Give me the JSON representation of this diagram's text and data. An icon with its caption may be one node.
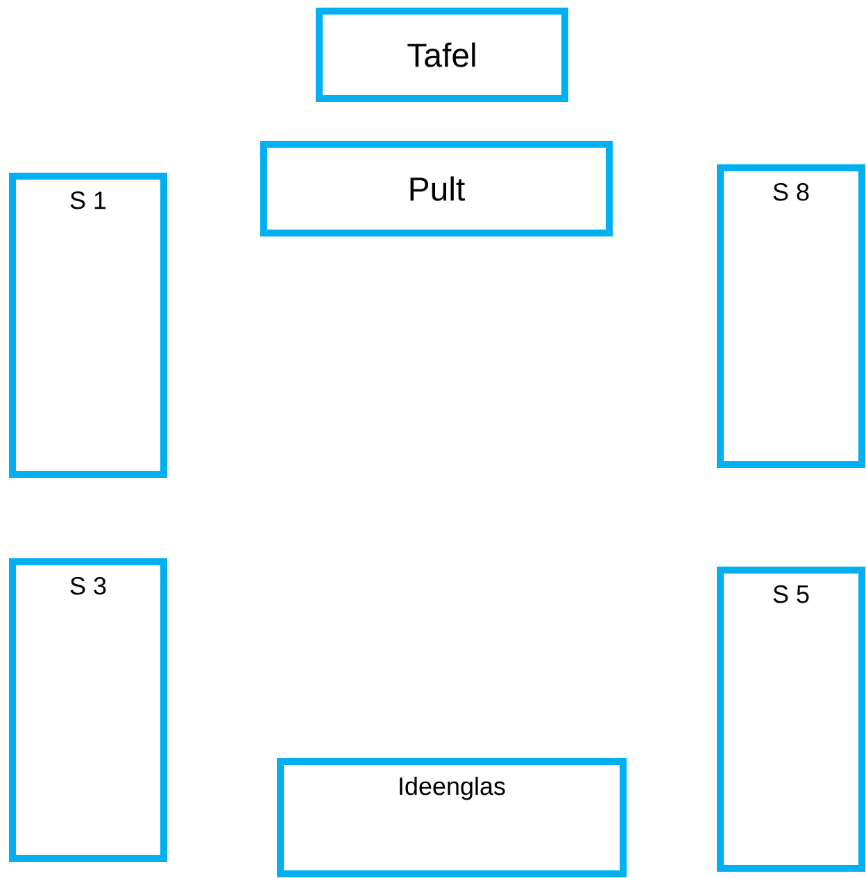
{
  "diagram": {
    "nodes": [
      {
        "text": [
          "Tafel"
        ]
      },
      {
        "text": [
          "Pult"
        ]
      },
      {
        "text": [
          "S 1"
        ]
      },
      {
        "text": [
          "S 8"
        ]
      },
      {
        "text": [
          "S 3"
        ]
      },
      {
        "text": [
          "S 5"
        ]
      },
      {
        "text": [
          "Ideenglas"
        ]
      }
    ]
  }
}
